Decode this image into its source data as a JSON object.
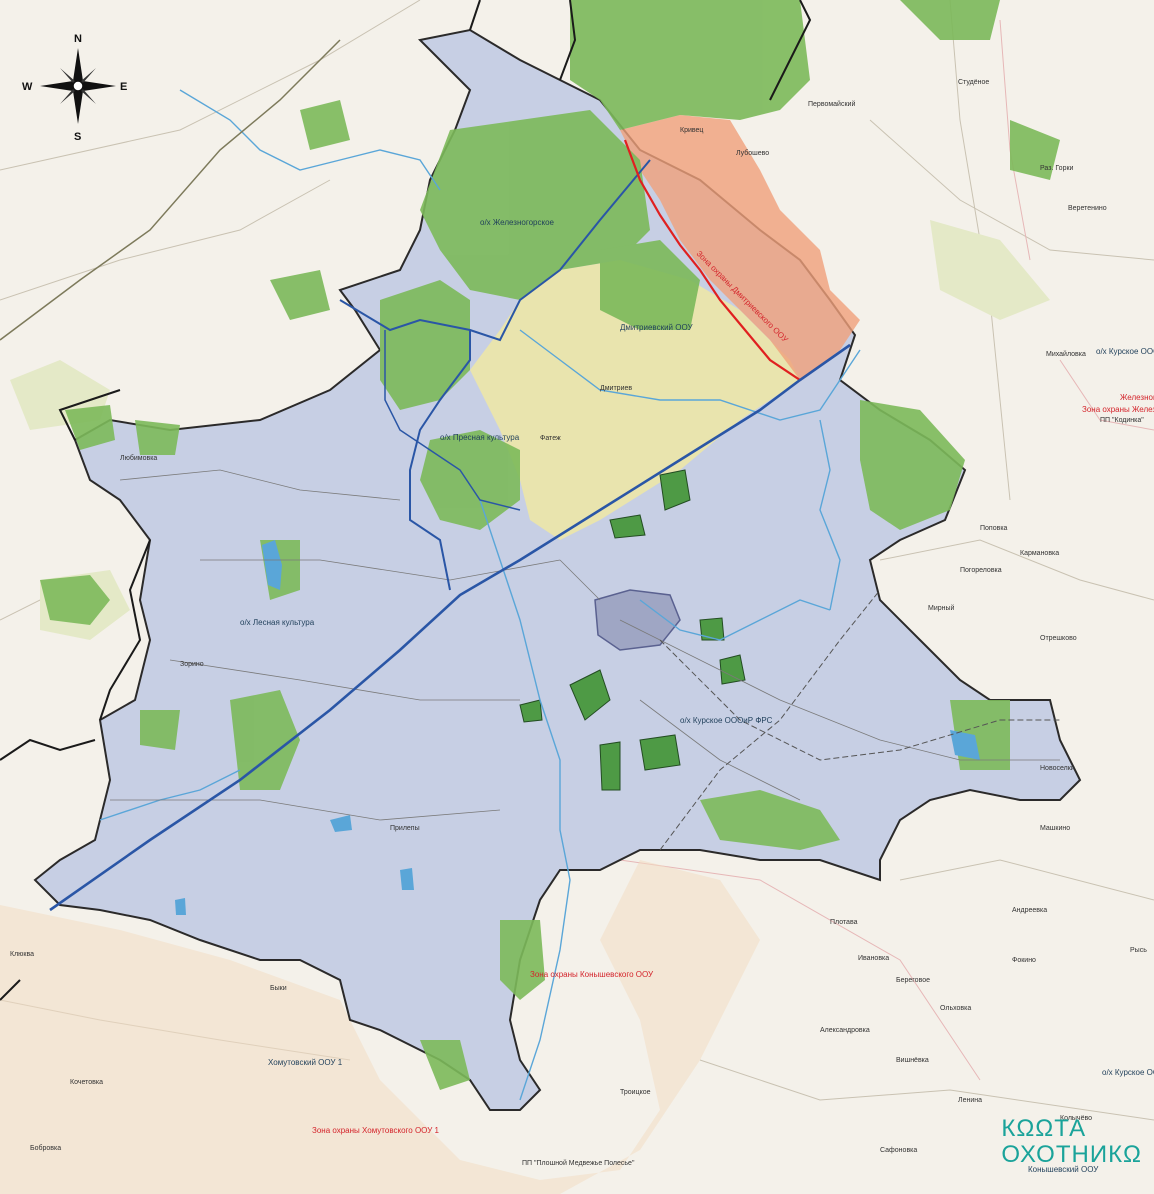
{
  "compass": {
    "n": "N",
    "s": "S",
    "e": "E",
    "w": "W"
  },
  "logo": {
    "line1": "КΩΩТА",
    "line2": "ОХОТНИКΩ"
  },
  "colors": {
    "base": "#f4f1ea",
    "district": "#c4cde4",
    "forest": "#7cb95a",
    "forest_dark": "#4e9a45",
    "yellow_zone": "#efe8a4",
    "red_zone": "#f0a07a",
    "beige_zone": "#f2ddc2",
    "border_black": "#1a1a1a",
    "border_blue": "#2a56a6",
    "border_red": "#e02020",
    "water": "#5aa6d8"
  },
  "labels": {
    "zone_dmitrievsky": "Зона охраны Дмитриевского ООУ",
    "dmitrievsky": "Дмитриевский ООУ",
    "zhelezno": "о/х Железногорское",
    "presnaya": "о/х Пресная культура",
    "oleshnaya": "о/х Лесная культура",
    "kursk_fasr": "о/х Курское ОООиР ФРС",
    "zone_konyshev": "Зона охраны Конышевского ООУ",
    "khomutovsky": "Хомутовский ООУ 1",
    "zone_khomutovsky": "Зона охраны Хомутовского ООУ 1",
    "kursk_ooo_r": "о/х Курское ООО",
    "zone_zhelezno": "Зона охраны Железногорского",
    "kursk_ooo_b": "о/х Курское ООО",
    "zheleznog": "Железногорск",
    "kursk_pp": "ПП \"Кодинка\"",
    "konysh": "Конышевский ООУ",
    "pp_bottom": "ПП \"Плошной Медвежье Полесье\""
  },
  "towns": [
    "Кривец",
    "Лубошево",
    "Первомайский",
    "Студёное",
    "Раз. Горки",
    "Михайловка",
    "Веретенино",
    "Погореловка",
    "Мирный",
    "Поповка",
    "Отрешково",
    "Кармановка",
    "Плотава",
    "Ивановка",
    "Андреевка",
    "Береговое",
    "Ольховка",
    "Александровка",
    "Вишнёвка",
    "Троицкое",
    "Фокино",
    "Рысь",
    "Колычёво",
    "Ленина",
    "Дмитриев",
    "Фатеж",
    "Любимовка",
    "Зорино",
    "Машкино",
    "Новоселки",
    "Прилепы",
    "Быки",
    "Клюква",
    "Кочетовка",
    "Бобровка",
    "Сафоновка"
  ]
}
